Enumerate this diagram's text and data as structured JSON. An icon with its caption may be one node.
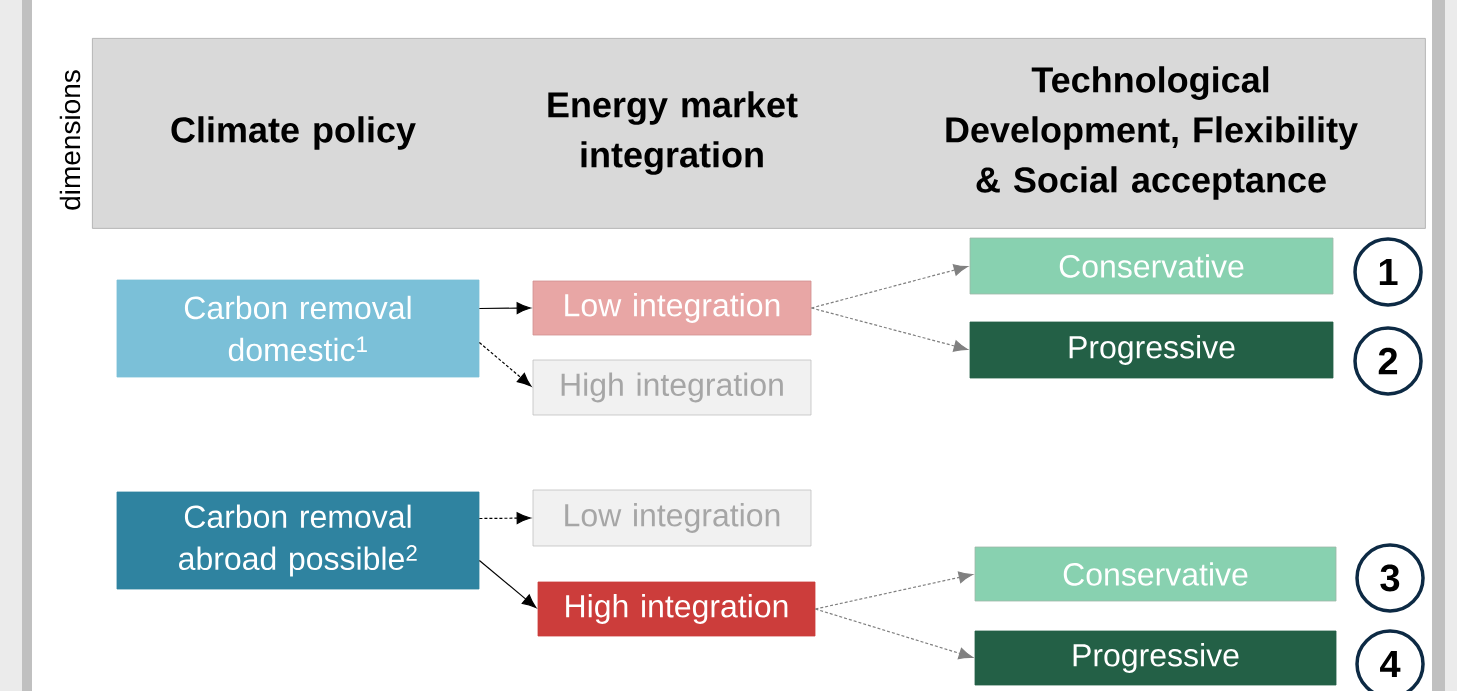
{
  "diagram": {
    "nodes": [
      {
        "text": [
          "Climate policy",
          "Energy market integration",
          "Technological Development, Flexibility & Social acceptance"
        ]
      },
      {
        "text": [
          "Carbon removal domestic$^{1}$"
        ]
      },
      {
        "text": [
          "Low integration"
        ]
      },
      {
        "text": [
          "High integration"
        ]
      },
      {
        "text": [
          "Conservative"
        ]
      },
      {
        "text": [
          "Progressive"
        ]
      },
      {
        "text": [
          "1"
        ]
      },
      {
        "text": [
          "2"
        ]
      },
      {
        "text": [
          "Carbon removal abroad possible$^{2}$"
        ]
      },
      {
        "text": [
          "Low integration"
        ]
      },
      {
        "text": [
          "High integration"
        ]
      },
      {
        "text": [
          "Conservative"
        ]
      },
      {
        "text": [
          "Progressive"
        ]
      },
      {
        "text": [
          "3"
        ]
      },
      {
        "text": [
          "4"
        ]
      }
    ],
    "edges": [
      {
        "from": 1,
        "to": 2,
        "arrow": "to"
      },
      {
        "from": 1,
        "to": 3,
        "arrow": "to",
        "style": "dashed"
      },
      {
        "from": 2,
        "to": 4,
        "arrow": "to",
        "style": "dashed",
        "color": "#808080"
      },
      {
        "from": 2,
        "to": 5,
        "arrow": "to",
        "style": "dashed",
        "color": "#808080"
      },
      {
        "from": 8,
        "to": 9,
        "arrow": "to",
        "style": "dashed"
      },
      {
        "from": 8,
        "to": 10,
        "arrow": "to"
      },
      {
        "from": 10,
        "to": 11,
        "arrow": "to",
        "style": "dashed",
        "color": "#808080"
      },
      {
        "from": 10,
        "to": 12,
        "arrow": "to",
        "style": "dashed",
        "color": "#808080"
      }
    ],
    "labels": [
      "dimensions"
    ]
  }
}
